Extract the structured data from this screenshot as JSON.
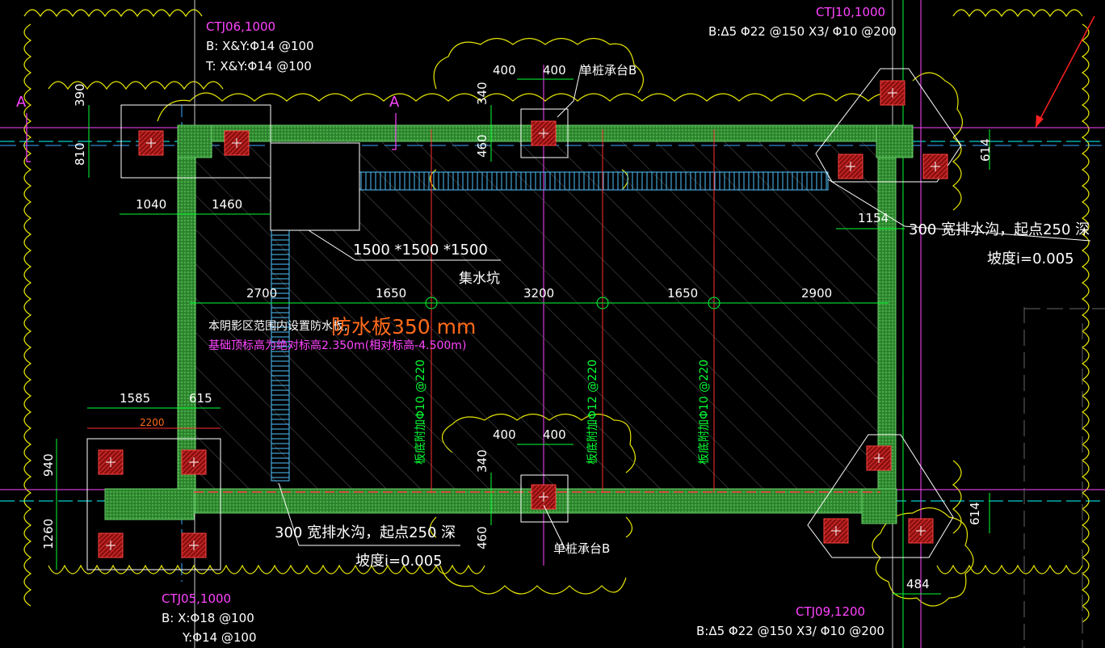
{
  "colors": {
    "background": "#000000",
    "cloud_revision": "#e6e600",
    "wall_green": "#39a839",
    "pile_red": "#cc2222",
    "dim_cyan": "#00ffff",
    "dim_green": "#00ff33",
    "label_white": "#ffffff",
    "label_magenta": "#ff44ff",
    "label_orange": "#ff6a1a",
    "line_red": "#ff2a2a"
  },
  "foundations": {
    "ctj06": {
      "name": "CTJ06,1000",
      "bottom": "B: X&Y:Φ14 @100",
      "top": "T: X&Y:Φ14 @100"
    },
    "ctj10": {
      "name": "CTJ10,1000",
      "bottom": "B:Δ5 Φ22 @150 X3/ Φ10 @200"
    },
    "ctj05": {
      "name": "CTJ05,1000",
      "bottom_x": "B: X:Φ18 @100",
      "bottom_y": "Y:Φ14 @100"
    },
    "ctj09": {
      "name": "CTJ09,1200",
      "bottom": "B:Δ5 Φ22 @150 X3/ Φ10 @200"
    }
  },
  "section_marks": {
    "left": "A",
    "right": "A"
  },
  "pile_cap_label": "单桩承台B",
  "sump": {
    "size": "1500 *1500 *1500",
    "name": "集水坑"
  },
  "drain": {
    "desc": "300 宽排水沟，起点250 深",
    "slope": "坡度i=0.005"
  },
  "notes": {
    "line1": "本阴影区范围内设置防水板,",
    "slab": "防水板350 mm",
    "line2": "基础顶标高为绝对标高2.350m(相对标高-4.500m)"
  },
  "rebar_labels": {
    "left": "板底附加Φ10 @220",
    "middle": "板底附加Φ12 @220",
    "right": "板底附加Φ10 @220"
  },
  "dims": {
    "d390": "390",
    "d810": "810",
    "d1040": "1040",
    "d1460": "1460",
    "d400a": "400",
    "d400b": "400",
    "d340": "340",
    "d460": "460",
    "d614": "614",
    "d1154": "1154",
    "d2700": "2700",
    "d1650a": "1650",
    "d3200": "3200",
    "d1650b": "1650",
    "d2900": "2900",
    "d1585": "1585",
    "d615": "615",
    "d2200": "2200",
    "d940": "940",
    "d1260": "1260",
    "d400c": "400",
    "d400d": "400",
    "d340b": "340",
    "d460b": "460",
    "d614b": "614",
    "d484": "484"
  }
}
